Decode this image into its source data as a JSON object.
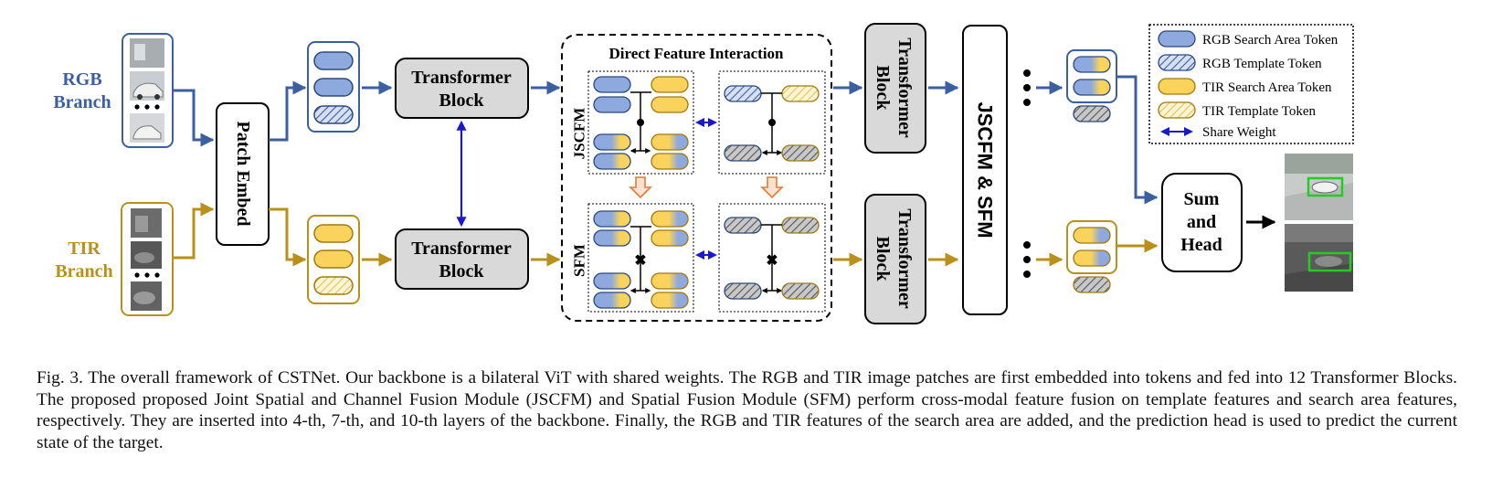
{
  "branches": {
    "rgb": {
      "line1": "RGB",
      "line2": "Branch"
    },
    "tir": {
      "line1": "TIR",
      "line2": "Branch"
    }
  },
  "patch_embed": "Patch Embed",
  "transformer_block": {
    "line1": "Transformer",
    "line2": "Block"
  },
  "dfi_title": "Direct Feature Interaction",
  "jscfm_label": "JSCFM",
  "sfm_label": "SFM",
  "fusion_block": "JSCFM & SFM",
  "sum_head": {
    "line1": "Sum",
    "line2": "and",
    "line3": "Head"
  },
  "legend": [
    {
      "key": "rgb_search",
      "label": "RGB Search Area Token"
    },
    {
      "key": "rgb_template",
      "label": "RGB Template Token"
    },
    {
      "key": "tir_search",
      "label": "TIR Search Area Token"
    },
    {
      "key": "tir_template",
      "label": "TIR Template Token"
    },
    {
      "key": "share_weight",
      "label": "Share Weight"
    }
  ],
  "caption": "Fig. 3.  The overall framework of CSTNet. Our backbone is a bilateral ViT with shared weights. The RGB and TIR image patches are first embedded into tokens and fed into 12 Transformer Blocks. The proposed proposed Joint Spatial and Channel Fusion Module (JSCFM) and Spatial Fusion Module (SFM) perform cross-modal feature fusion on template features and search area features, respectively. They are inserted into 4-th, 7-th, and 10-th layers of the backbone. Finally, the RGB and TIR features of the search area are added, and the prediction head is used to predict the current state of the target.",
  "colors": {
    "rgb": "#3b5fa0",
    "tir": "#b8901a",
    "rgb_token": "#8ea9dd",
    "tir_token": "#fad35c",
    "share": "#1a1acc",
    "fusion_arrow": "#e07b39"
  }
}
